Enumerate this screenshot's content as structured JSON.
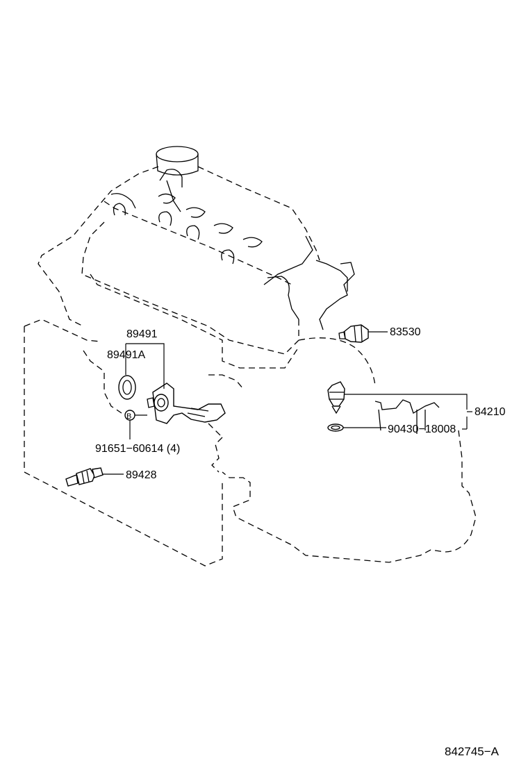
{
  "labels": {
    "p89491": "89491",
    "p89491a": "89491A",
    "p83530": "83530",
    "p84210": "84210",
    "p90430": "90430−18008",
    "p91651": "91651−60614 (4)",
    "p89428": "89428",
    "bolt_mark": "B",
    "ref": "842745−A"
  }
}
